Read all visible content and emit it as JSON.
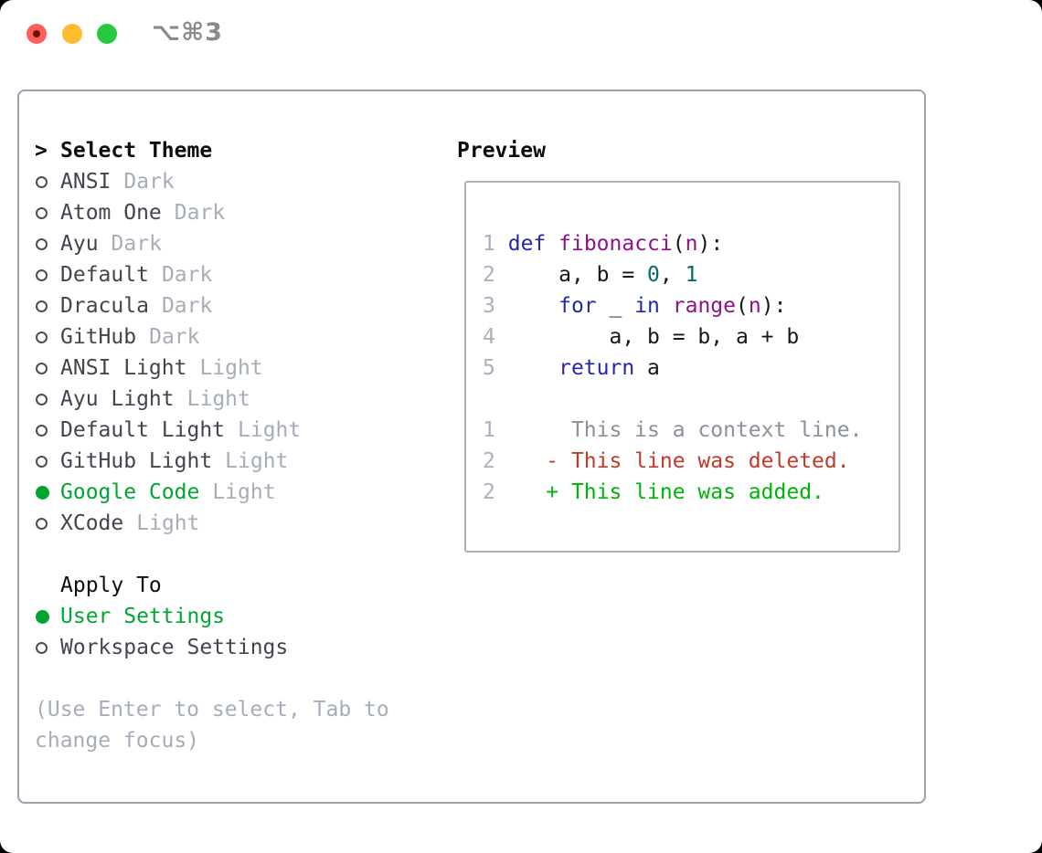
{
  "window": {
    "title_shortcut": "⌥⌘3"
  },
  "colors": {
    "traffic_red": "#ff5f57",
    "traffic_yellow": "#febc2e",
    "traffic_green": "#28c840",
    "titlebar_text": "#8a8a8e",
    "border_panel": "#9aa2ae",
    "border_preview": "#abb1bb",
    "header_black": "#0c0d10",
    "text_dark": "#40454e",
    "text_muted": "#a6adb8",
    "accent_green": "#00a532"
  },
  "sidebar": {
    "header": {
      "prefix": ">",
      "label": "Select Theme"
    },
    "themes": [
      {
        "name": "ANSI",
        "variant": "Dark",
        "selected": false
      },
      {
        "name": "Atom One",
        "variant": "Dark",
        "selected": false
      },
      {
        "name": "Ayu",
        "variant": "Dark",
        "selected": false
      },
      {
        "name": "Default",
        "variant": "Dark",
        "selected": false
      },
      {
        "name": "Dracula",
        "variant": "Dark",
        "selected": false
      },
      {
        "name": "GitHub",
        "variant": "Dark",
        "selected": false
      },
      {
        "name": "ANSI Light",
        "variant": "Light",
        "selected": false
      },
      {
        "name": "Ayu Light",
        "variant": "Light",
        "selected": false
      },
      {
        "name": "Default Light",
        "variant": "Light",
        "selected": false
      },
      {
        "name": "GitHub Light",
        "variant": "Light",
        "selected": false
      },
      {
        "name": "Google Code",
        "variant": "Light",
        "selected": true
      },
      {
        "name": "XCode",
        "variant": "Light",
        "selected": false
      }
    ],
    "apply_to": {
      "label": "Apply To",
      "options": [
        {
          "label": "User Settings",
          "selected": true
        },
        {
          "label": "Workspace Settings",
          "selected": false
        }
      ]
    },
    "hint_lines": [
      "(Use Enter to select, Tab to",
      "change focus)"
    ]
  },
  "preview": {
    "title": "Preview",
    "syntax_colors": {
      "plain": "#16171b",
      "kw": "#2328a8",
      "fn": "#8e128e",
      "lit": "#076a6a",
      "ctx": "#8b9199",
      "del": "#c2382a",
      "add": "#00b30b",
      "line_number": "#a9b1bd"
    },
    "code_lines": [
      {
        "num": "1",
        "tokens": [
          [
            " ",
            "plain"
          ],
          [
            "def",
            "kw"
          ],
          [
            " ",
            "plain"
          ],
          [
            "fibonacci",
            "fn"
          ],
          [
            "(",
            "plain"
          ],
          [
            "n",
            "fn"
          ],
          [
            "):",
            "plain"
          ]
        ]
      },
      {
        "num": "2",
        "tokens": [
          [
            "     a, b = ",
            "plain"
          ],
          [
            "0",
            "lit"
          ],
          [
            ", ",
            "plain"
          ],
          [
            "1",
            "lit"
          ]
        ]
      },
      {
        "num": "3",
        "tokens": [
          [
            "     ",
            "plain"
          ],
          [
            "for",
            "kw"
          ],
          [
            " _ ",
            "plain"
          ],
          [
            "in",
            "kw"
          ],
          [
            " ",
            "plain"
          ],
          [
            "range",
            "fn"
          ],
          [
            "(",
            "plain"
          ],
          [
            "n",
            "fn"
          ],
          [
            "):",
            "plain"
          ]
        ]
      },
      {
        "num": "4",
        "tokens": [
          [
            "         a, b = b, a + b",
            "plain"
          ]
        ]
      },
      {
        "num": "5",
        "tokens": [
          [
            "     ",
            "plain"
          ],
          [
            "return",
            "kw"
          ],
          [
            " a",
            "plain"
          ]
        ]
      },
      {
        "num": "",
        "tokens": []
      },
      {
        "num": "1",
        "tokens": [
          [
            "      This is a context line.",
            "ctx"
          ]
        ]
      },
      {
        "num": "2",
        "tokens": [
          [
            "    - This line was deleted.",
            "del"
          ]
        ]
      },
      {
        "num": "2",
        "tokens": [
          [
            "    + This line was added.",
            "add"
          ]
        ]
      }
    ]
  }
}
